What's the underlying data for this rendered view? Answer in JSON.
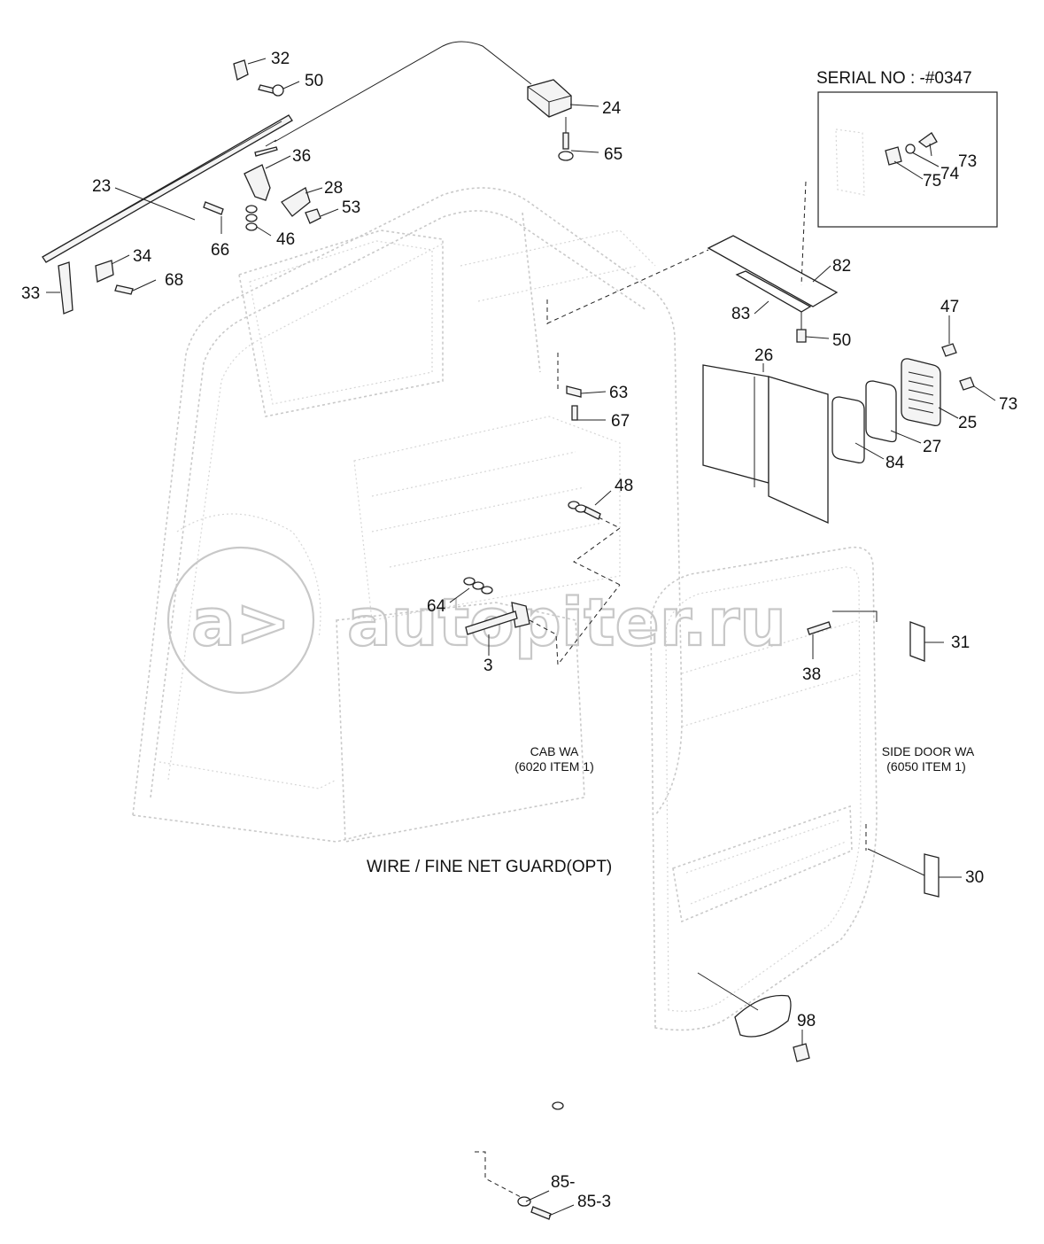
{
  "serial_box": {
    "title": "SERIAL NO : -#0347"
  },
  "captions": {
    "cab": [
      "CAB WA",
      "(6020 ITEM 1)"
    ],
    "door": [
      "SIDE DOOR WA",
      "(6050 ITEM 1)"
    ],
    "guard": "WIRE / FINE NET GUARD(OPT)"
  },
  "watermark": {
    "text": "autopiter.ru",
    "logo_glyph": "a>"
  },
  "callouts": [
    "32",
    "50",
    "24",
    "65",
    "36",
    "28",
    "53",
    "23",
    "66",
    "46",
    "34",
    "33",
    "68",
    "82",
    "83",
    "50",
    "47",
    "26",
    "63",
    "67",
    "73",
    "25",
    "27",
    "84",
    "48",
    "64",
    "3",
    "31",
    "38",
    "30",
    "98",
    "85-",
    "85-3",
    "73",
    "74",
    "75"
  ],
  "colors": {
    "line": "#222222",
    "ghost": "#c9c9c9",
    "watermark": "#c8c8c8"
  },
  "icons": [
    "hinge-bracket",
    "bolt",
    "washer",
    "cab-outline",
    "door-outline",
    "net-guard",
    "foam-panel",
    "seal-ring",
    "vent-grille",
    "handle-cover"
  ]
}
